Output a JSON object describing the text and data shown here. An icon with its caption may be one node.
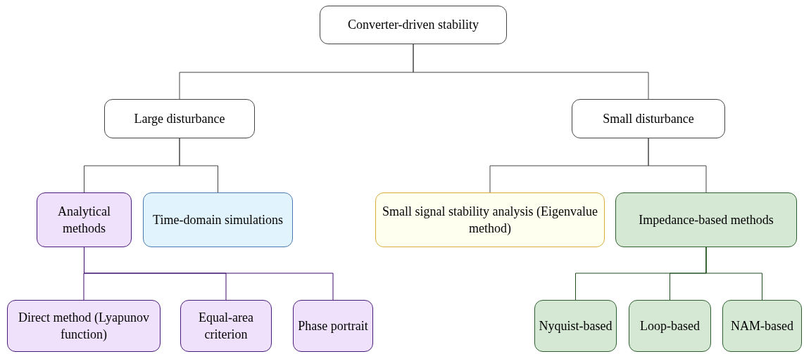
{
  "diagram": {
    "nodes": [
      {
        "text": [
          "Converter-driven stability"
        ]
      },
      {
        "text": [
          "Large disturbance"
        ]
      },
      {
        "text": [
          "Small disturbance"
        ]
      },
      {
        "text": [
          "Analytical methods"
        ]
      },
      {
        "text": [
          "Time-domain simulations"
        ]
      },
      {
        "text": [
          "Small signal stability analysis (Eigenvalue method)"
        ]
      },
      {
        "text": [
          "Impedance-based methods"
        ]
      },
      {
        "text": [
          "Direct method (Lyapunov function)"
        ]
      },
      {
        "text": [
          "Equal-area criterion"
        ]
      },
      {
        "text": [
          "Phase portrait"
        ]
      },
      {
        "text": [
          "Nyquist-based"
        ]
      },
      {
        "text": [
          "Loop-based"
        ]
      },
      {
        "text": [
          "NAM-based"
        ]
      }
    ],
    "edges": [
      {
        "from": 0,
        "to": 1,
        "arrow": "none"
      },
      {
        "from": 0,
        "to": 2,
        "arrow": "none"
      },
      {
        "from": 1,
        "to": 3,
        "arrow": "none"
      },
      {
        "from": 1,
        "to": 4,
        "arrow": "none"
      },
      {
        "from": 2,
        "to": 5,
        "arrow": "none"
      },
      {
        "from": 2,
        "to": 6,
        "arrow": "none"
      },
      {
        "from": 3,
        "to": 7,
        "arrow": "none",
        "color": "#3d0a6b"
      },
      {
        "from": 3,
        "to": 8,
        "arrow": "none",
        "color": "#3d0a6b"
      },
      {
        "from": 3,
        "to": 9,
        "arrow": "none",
        "color": "#3d0a6b"
      },
      {
        "from": 6,
        "to": 10,
        "arrow": "none",
        "color": "#1f4f1f"
      },
      {
        "from": 6,
        "to": 11,
        "arrow": "none",
        "color": "#1f4f1f"
      },
      {
        "from": 6,
        "to": 12,
        "arrow": "none",
        "color": "#1f4f1f"
      }
    ]
  }
}
